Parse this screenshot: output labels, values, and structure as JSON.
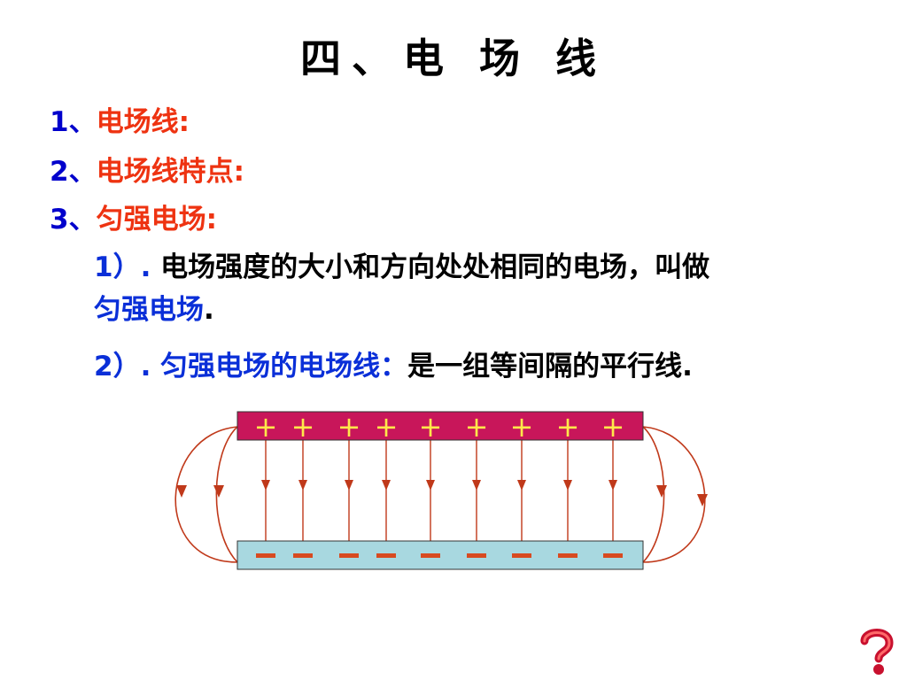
{
  "slide": {
    "title": "四、电 场 线",
    "items": [
      {
        "num": "1、",
        "label": "电场线:"
      },
      {
        "num": "2、",
        "label": "电场线特点:"
      },
      {
        "num": "3、",
        "label": "匀强电场:"
      }
    ],
    "sub1": {
      "num": "1）.",
      "text": " 电场强度的大小和方向处处相同的电场，叫做",
      "term": "匀强电场",
      "end": "."
    },
    "sub2": {
      "num": "2）.",
      "term": " 匀强电场的电场线：",
      "text": "是一组等间隔的平行线."
    }
  },
  "diagram": {
    "plus_sign": "+",
    "minus_sign": "−",
    "charge_count": 9,
    "colors": {
      "positive_plate": "#c8165a",
      "negative_plate": "#a8d8e0",
      "plus": "#ffe84a",
      "minus": "#d84a20",
      "field_line": "#c0391a"
    }
  },
  "icons": {
    "help": "help-question-icon"
  }
}
